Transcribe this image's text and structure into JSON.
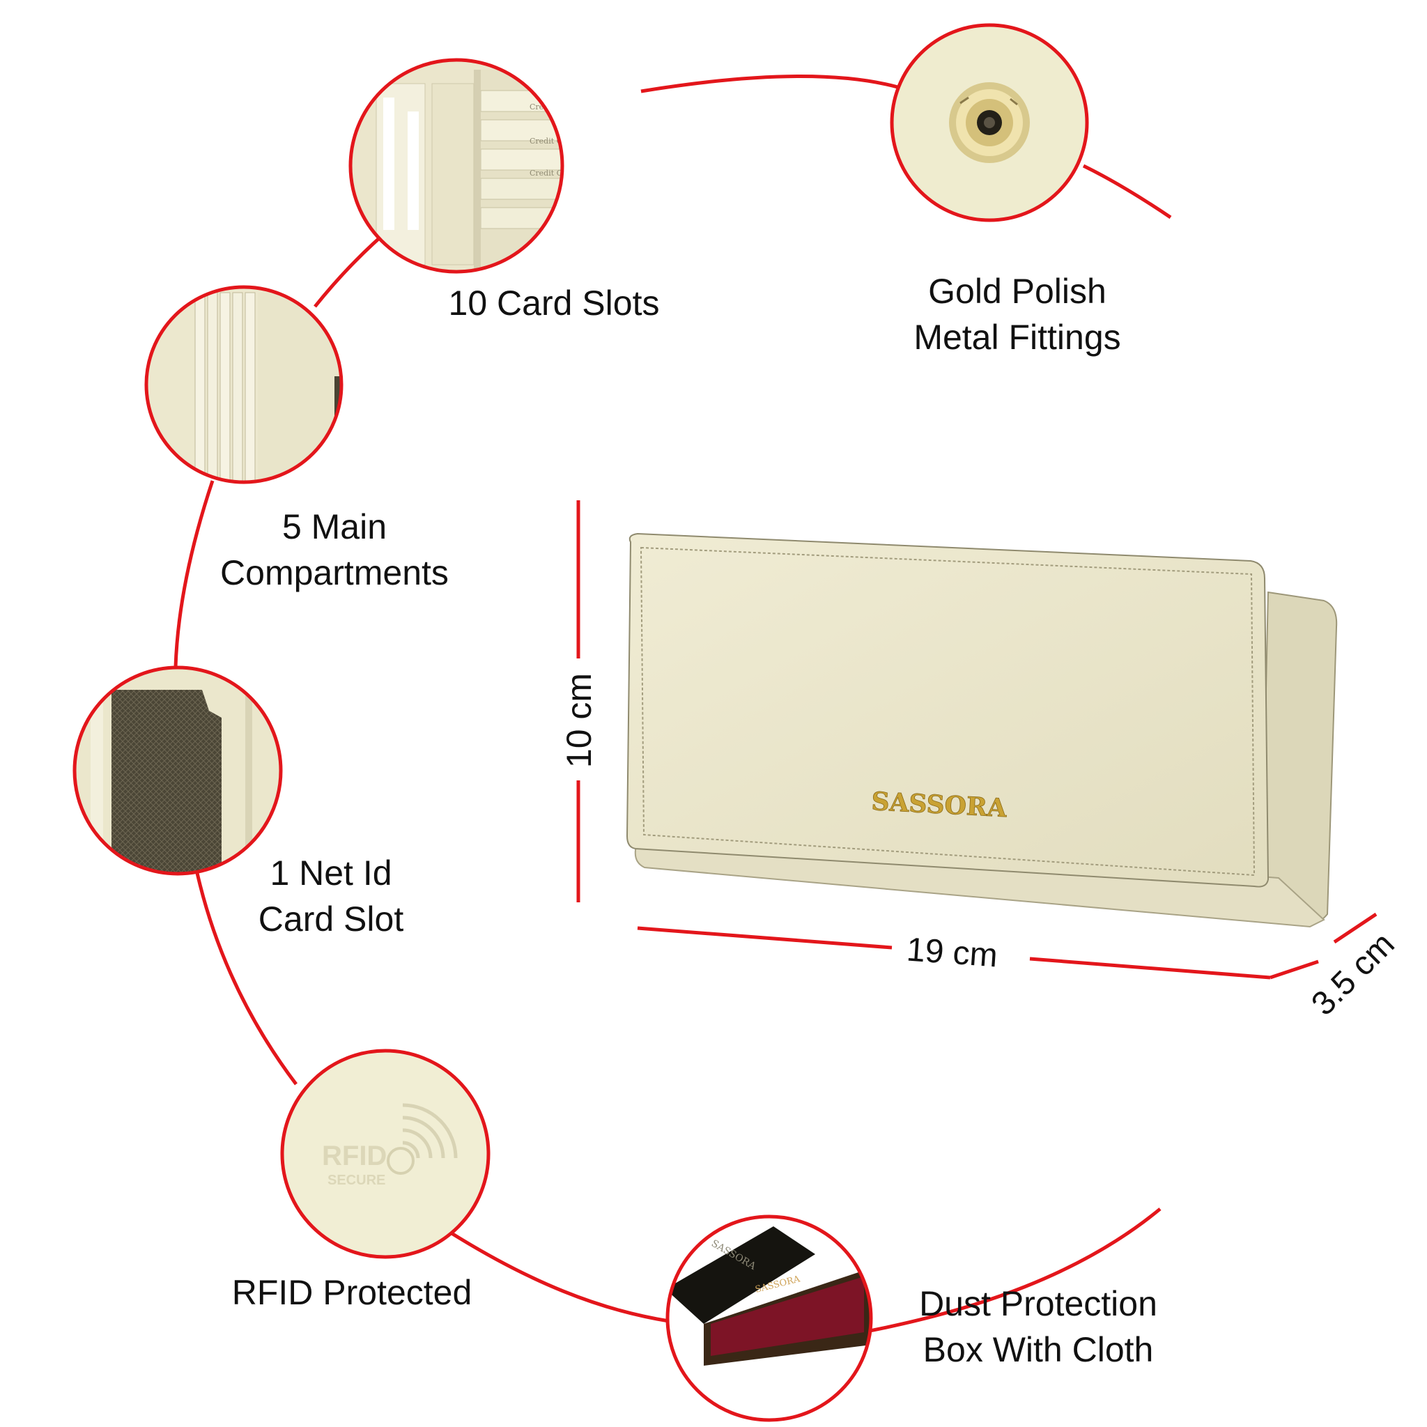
{
  "features": {
    "card_slots": "10 Card Slots",
    "gold_polish_line1": "Gold Polish",
    "gold_polish_line2": "Metal Fittings",
    "main_compartments_line1": "5 Main",
    "main_compartments_line2": "Compartments",
    "net_id_line1": "1 Net Id",
    "net_id_line2": "Card Slot",
    "rfid": "RFID Protected",
    "dust_box_line1": "Dust Protection",
    "dust_box_line2": "Box With Cloth"
  },
  "dimensions": {
    "height": "10 cm",
    "width": "19 cm",
    "depth": "3.5 cm"
  },
  "product": {
    "brand": "SASSORA",
    "rfid_emboss_line1": "RFID",
    "rfid_emboss_line2": "SECURE",
    "card_label": "Credit Card"
  },
  "colors": {
    "accent": "#e3161b",
    "leather": "#ece8cd",
    "gold": "#c9a233",
    "box_cloth": "#7d1426"
  }
}
